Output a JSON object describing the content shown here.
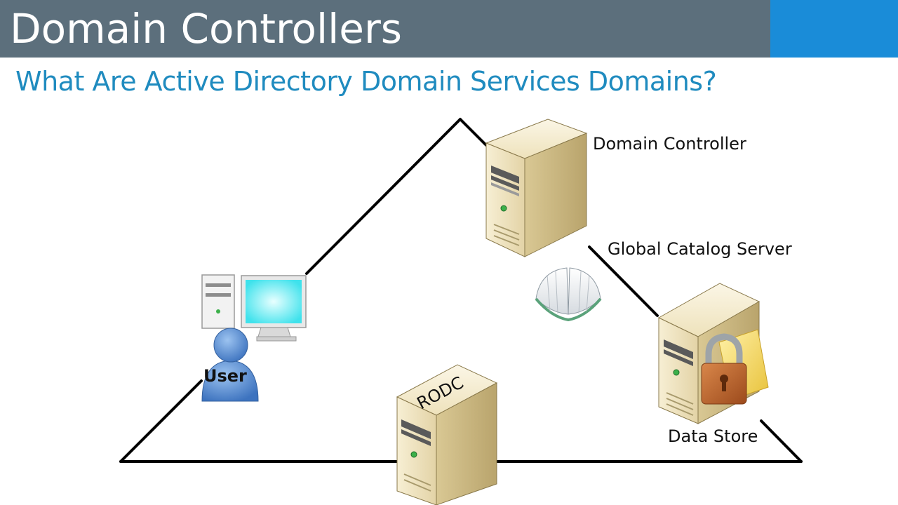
{
  "slide": {
    "title": "Domain Controllers",
    "subtitle": "What Are Active Directory Domain Services Domains?"
  },
  "colors": {
    "title_bar": "#5c6f7c",
    "title_accent": "#1a8cd8",
    "subtitle": "#1f8bbf",
    "server_body": "#efe3bd",
    "user_figure": "#5b8fd0",
    "monitor_screen": "#6ef0f5"
  },
  "diagram": {
    "labels": {
      "domain_controller": "Domain Controller",
      "global_catalog": "Global Catalog Server",
      "data_store": "Data Store",
      "user": "User",
      "rodc": "RODC"
    },
    "icons": [
      "server-icon",
      "book-icon",
      "lock-icon",
      "user-icon",
      "workstation-icon",
      "monitor-icon"
    ]
  }
}
